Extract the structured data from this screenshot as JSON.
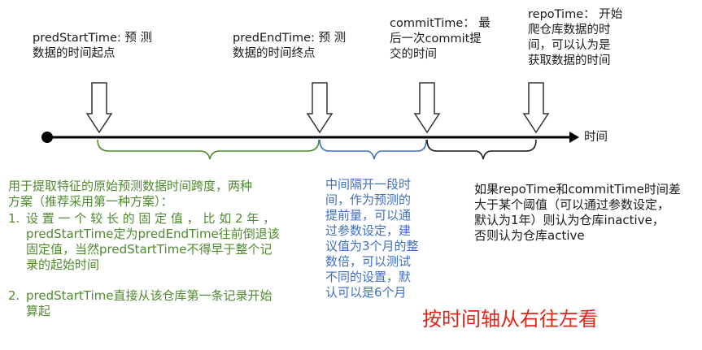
{
  "timeline": {
    "axis_label": "时间",
    "events": [
      {
        "id": "predStart",
        "lines": [
          "predStartTime: 预 测",
          "数据的时间起点"
        ]
      },
      {
        "id": "predEnd",
        "lines": [
          "predEndTime: 预 测",
          "数据的时间终点"
        ]
      },
      {
        "id": "commit",
        "lines": [
          "commitTime：  最",
          "后一次commit提",
          "交的时间"
        ]
      },
      {
        "id": "repo",
        "lines": [
          "repoTime：  开始",
          "爬仓库数据的时",
          "间，可以认为是",
          "获取数据的时间"
        ]
      }
    ]
  },
  "notes": {
    "green": {
      "intro": [
        "用于提取特征的原始预测数据时间跨度，两种",
        "方案（推荐采用第一种方案）："
      ],
      "items": [
        {
          "num": "1.",
          "lines": [
            "设 置 一 个 较 长 的 固 定 值 ， 比 如 2 年 ，",
            "predStartTime定为predEndTime往前倒退该",
            "固定值，当然predStartTime不得早于整个记",
            "录的起始时间"
          ]
        },
        {
          "num": "2.",
          "lines": [
            "predStartTime直接从该仓库第一条记录开始",
            "算起"
          ]
        }
      ]
    },
    "blue": [
      "中间隔开一段时",
      "间，作为预测的",
      "提前量，可以通",
      "过参数设定，建",
      "议值为3个月的整",
      "数倍，可以测试",
      "不同的设置，默",
      "认可以是6个月"
    ],
    "black": [
      "如果repoTime和commitTime时间差",
      "大于某个阈值（可以通过参数设定，",
      "默认为1年）则认为仓库inactive，",
      "否则认为仓库active"
    ]
  },
  "footer": {
    "caption": "按时间轴从右往左看"
  },
  "colors": {
    "green": "#4e8a2e",
    "blue": "#3e6fc2",
    "red": "#e0251b",
    "axis": "#000000"
  }
}
